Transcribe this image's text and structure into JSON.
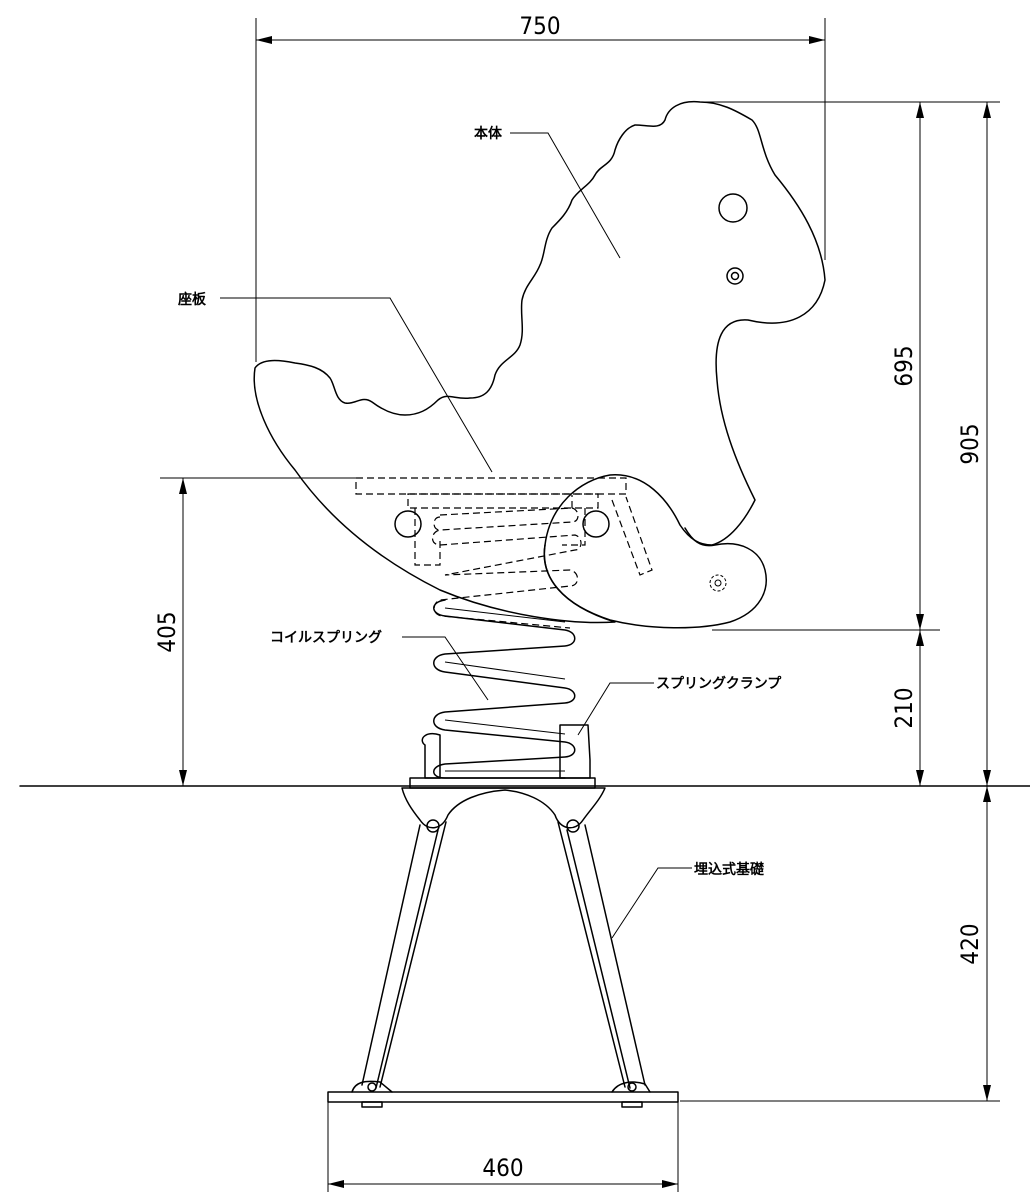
{
  "dimensions": {
    "width_750": "750",
    "height_695": "695",
    "height_905": "905",
    "height_405": "405",
    "height_210": "210",
    "height_420": "420",
    "width_460": "460"
  },
  "labels": {
    "body": "本体",
    "seat": "座板",
    "coil_spring": "コイルスプリング",
    "spring_clamp": "スプリングクランプ",
    "foundation": "埋込式基礎"
  }
}
